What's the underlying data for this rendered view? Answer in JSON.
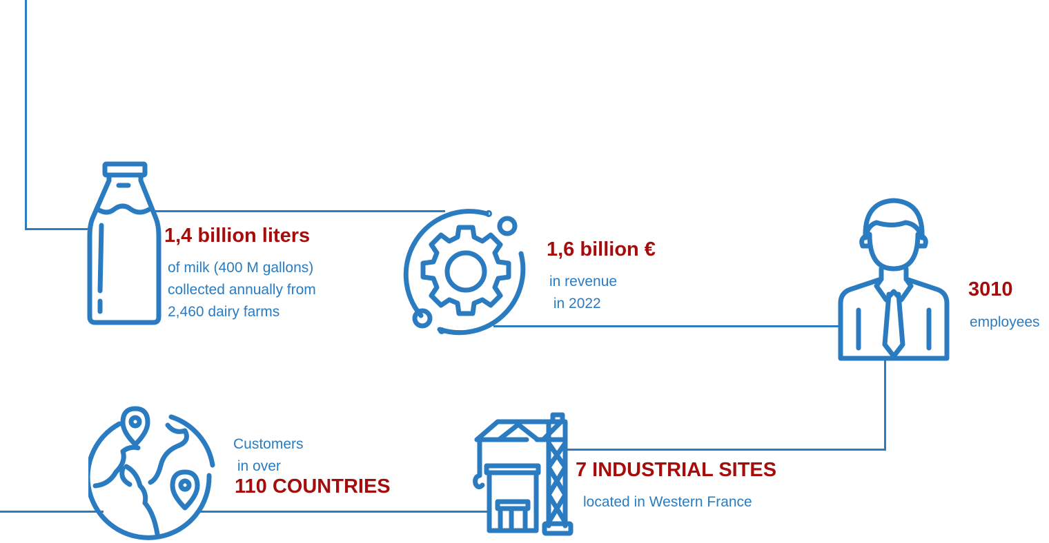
{
  "colors": {
    "line": "#2a7bc0",
    "highlight": "#a50d0d"
  },
  "stats": [
    {
      "icon": "milk-bottle-icon",
      "headline": "1,4 billion liters",
      "lines": [
        "of milk (400 M gallons)",
        "collected annually from",
        "2,460 dairy farms"
      ]
    },
    {
      "icon": "gear-icon",
      "headline": "1,6 billion €",
      "lines": [
        "in revenue",
        " in 2022"
      ]
    },
    {
      "icon": "employee-icon",
      "headline": "3010",
      "lines": [
        "employees"
      ]
    },
    {
      "icon": "factory-crane-icon",
      "headline": "7 INDUSTRIAL SITES",
      "lines": [
        "located in Western France"
      ]
    },
    {
      "icon": "globe-pins-icon",
      "headline": "110 COUNTRIES",
      "lines": [
        "Customers",
        " in over"
      ]
    }
  ]
}
